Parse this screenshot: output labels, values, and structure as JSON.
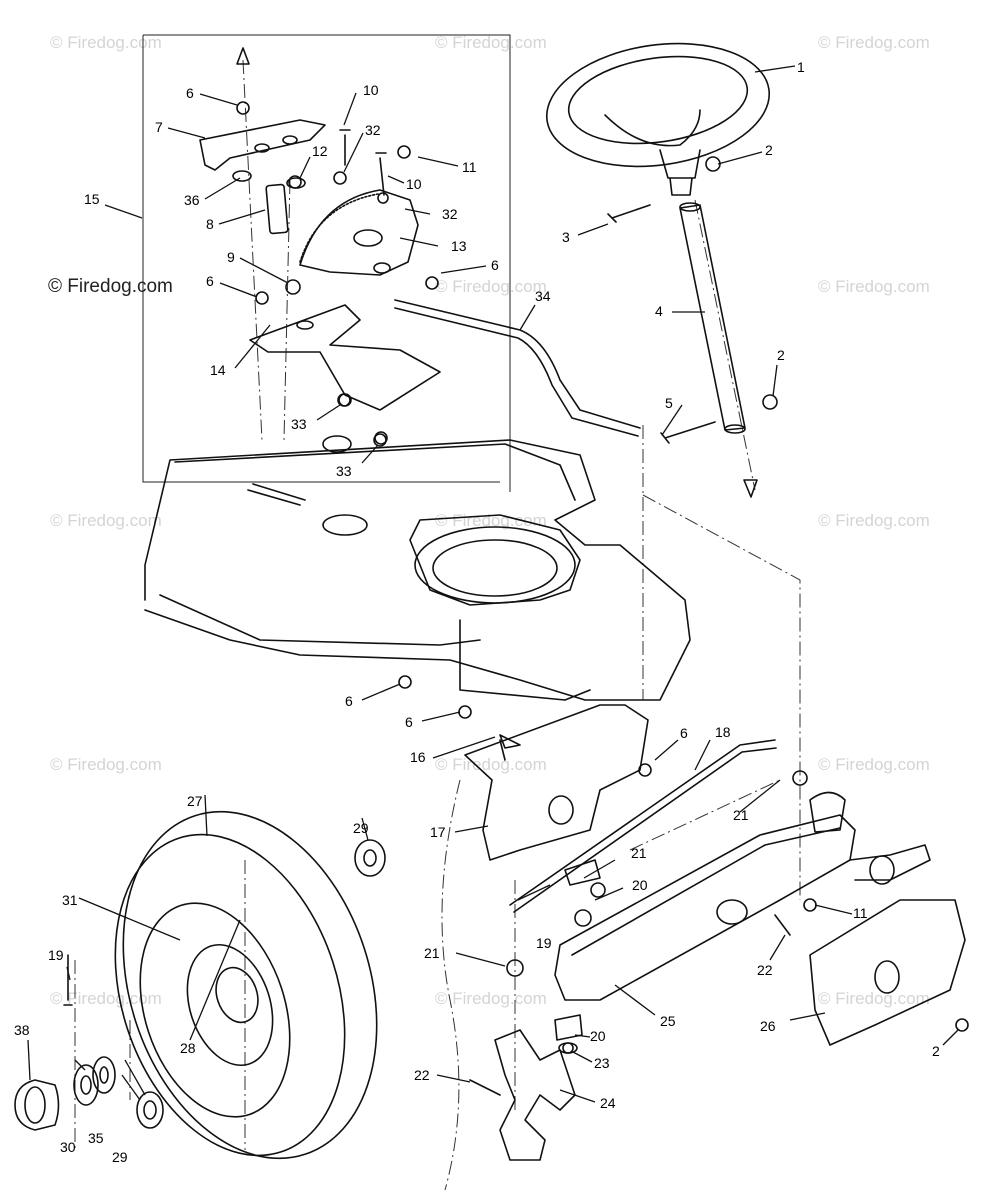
{
  "watermark": "© Firedog.com",
  "parts": {
    "p1": "1",
    "p2a": "2",
    "p2b": "2",
    "p2c": "2",
    "p3": "3",
    "p4": "4",
    "p5": "5",
    "p6a": "6",
    "p6b": "6",
    "p6c": "6",
    "p6d": "6",
    "p6e": "6",
    "p6f": "6",
    "p7": "7",
    "p8": "8",
    "p9": "9",
    "p10a": "10",
    "p10b": "10",
    "p11a": "11",
    "p11b": "11",
    "p12": "12",
    "p13": "13",
    "p14": "14",
    "p15": "15",
    "p16": "16",
    "p17": "17",
    "p18": "18",
    "p19a": "19",
    "p19b": "19",
    "p20a": "20",
    "p20b": "20",
    "p21a": "21",
    "p21b": "21",
    "p21c": "21",
    "p22a": "22",
    "p22b": "22",
    "p23": "23",
    "p24": "24",
    "p25": "25",
    "p26": "26",
    "p27": "27",
    "p28": "28",
    "p29a": "29",
    "p29b": "29",
    "p30": "30",
    "p31": "31",
    "p32a": "32",
    "p32b": "32",
    "p33a": "33",
    "p33b": "33",
    "p34": "34",
    "p35": "35",
    "p36": "36",
    "p38": "38"
  }
}
